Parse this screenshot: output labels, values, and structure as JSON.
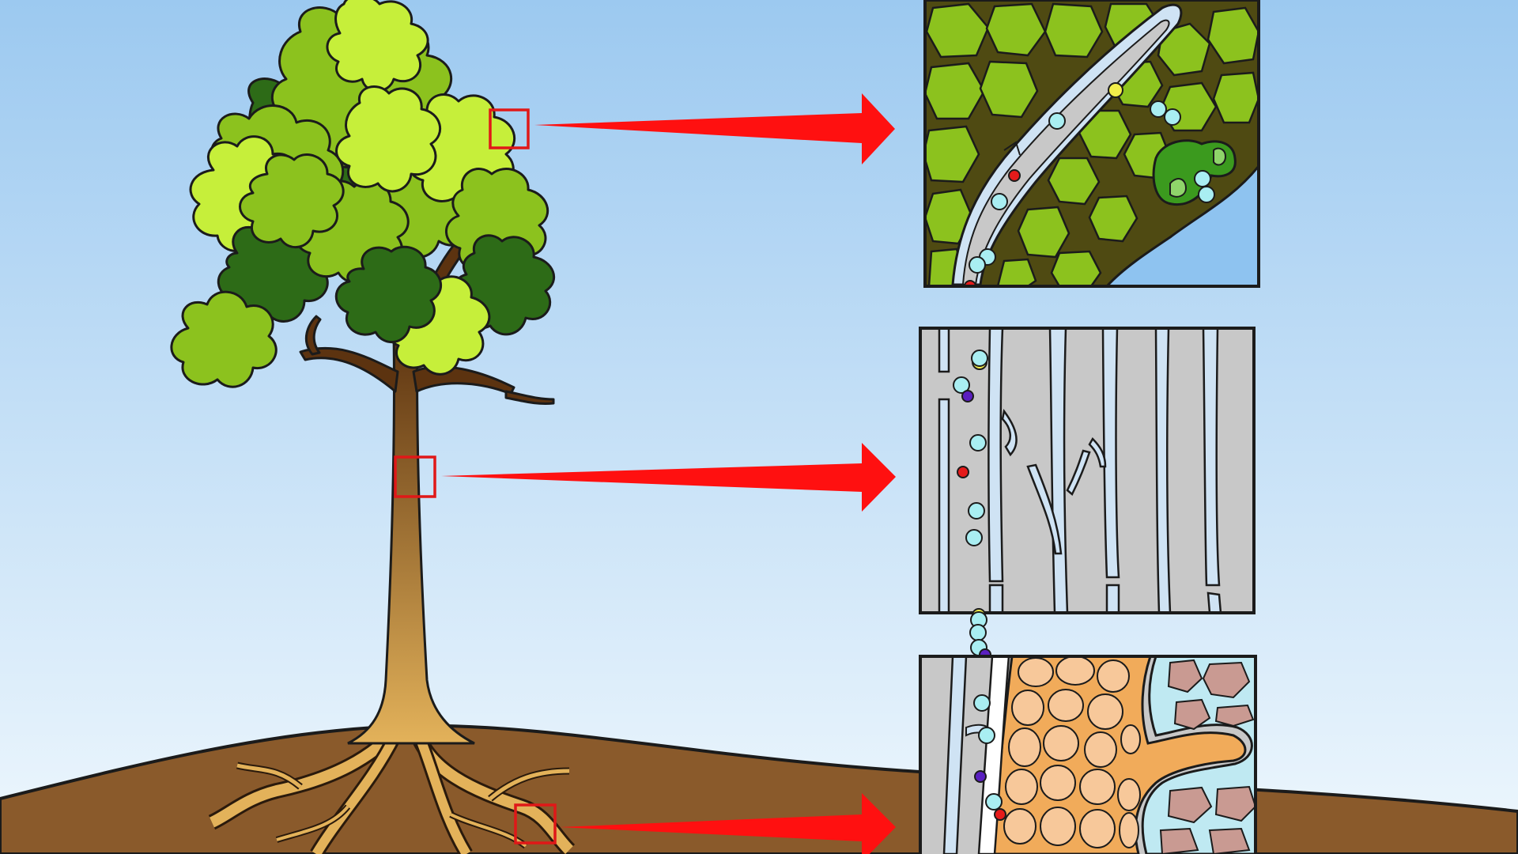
{
  "diagram": {
    "colors": {
      "sky_top": "#9cc9f0",
      "sky_bottom": "#eef7fd",
      "soil": "#8a5a2b",
      "soil_edge": "#1b1b1b",
      "trunk_top": "#5c3310",
      "trunk_bottom": "#e3b25a",
      "leaf_dark": "#2d6b17",
      "leaf_mid": "#8cc21e",
      "leaf_light": "#c6ef3a",
      "arrow": "#ff1010",
      "marker": "#e01818",
      "xylem_fill": "#c8c8c8",
      "xylem_wall": "#cfe3f4",
      "cortex": "#f1ab5a",
      "cortex_cell": "#f7c89a",
      "soil_pore": "#bfe9f2",
      "soil_grain": "#c99a92",
      "water_molecule": "#a9eef2",
      "red_particle": "#e51b1b",
      "purple_particle": "#5a1fc0",
      "yellow_particle": "#f2ee4a",
      "stoma_guard": "#3b9a1e",
      "air": "#8ec3f0"
    },
    "markers": [
      {
        "name": "leaf-marker"
      },
      {
        "name": "trunk-marker"
      },
      {
        "name": "root-marker"
      }
    ],
    "insets": [
      {
        "name": "leaf-inset",
        "content": "mesophyll-with-vein"
      },
      {
        "name": "stem-inset",
        "content": "xylem-vessels"
      },
      {
        "name": "root-inset",
        "content": "root-cortex-and-soil"
      }
    ]
  }
}
